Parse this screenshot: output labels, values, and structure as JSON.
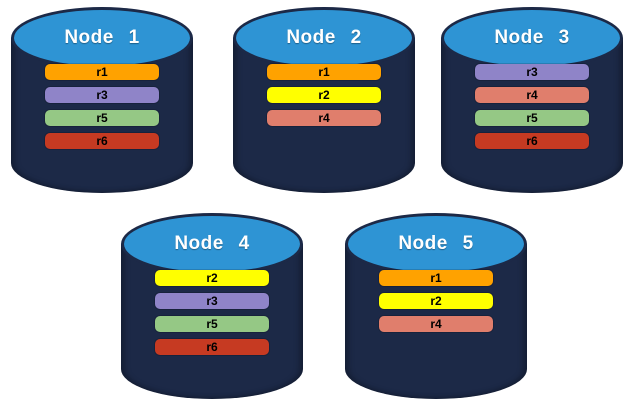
{
  "palette": {
    "background": "#FFFFFF",
    "cylinder_body": "#1C2947",
    "cylinder_top": "#2E94D4",
    "cylinder_outline": "#1C2947",
    "node_label_color": "#FFFFFF",
    "bar_text_color": "#000000"
  },
  "replica_colors": {
    "r1": "#FFA200",
    "r2": "#FFFF00",
    "r3": "#8F84C8",
    "r4": "#E07E6C",
    "r5": "#95C885",
    "r6": "#C63A22"
  },
  "nodes": [
    {
      "label": "Node 1",
      "replicas": [
        {
          "id": "r1",
          "color": "#FFA200"
        },
        {
          "id": "r3",
          "color": "#8F84C8"
        },
        {
          "id": "r5",
          "color": "#95C885"
        },
        {
          "id": "r6",
          "color": "#C63A22"
        }
      ]
    },
    {
      "label": "Node 2",
      "replicas": [
        {
          "id": "r1",
          "color": "#FFA200"
        },
        {
          "id": "r2",
          "color": "#FFFF00"
        },
        {
          "id": "r4",
          "color": "#E07E6C"
        }
      ]
    },
    {
      "label": "Node 3",
      "replicas": [
        {
          "id": "r3",
          "color": "#8F84C8"
        },
        {
          "id": "r4",
          "color": "#E07E6C"
        },
        {
          "id": "r5",
          "color": "#95C885"
        },
        {
          "id": "r6",
          "color": "#C63A22"
        }
      ]
    },
    {
      "label": "Node 4",
      "replicas": [
        {
          "id": "r2",
          "color": "#FFFF00"
        },
        {
          "id": "r3",
          "color": "#8F84C8"
        },
        {
          "id": "r5",
          "color": "#95C885"
        },
        {
          "id": "r6",
          "color": "#C63A22"
        }
      ]
    },
    {
      "label": "Node 5",
      "replicas": [
        {
          "id": "r1",
          "color": "#FFA200"
        },
        {
          "id": "r2",
          "color": "#FFFF00"
        },
        {
          "id": "r4",
          "color": "#E07E6C"
        }
      ]
    }
  ]
}
